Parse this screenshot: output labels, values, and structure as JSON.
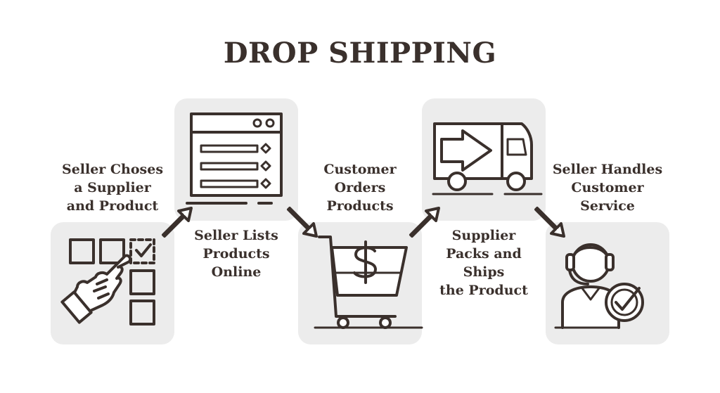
{
  "title": "DROP SHIPPING",
  "steps": [
    {
      "lines": [
        "Seller Choses",
        "a Supplier",
        "and Product"
      ],
      "icon": "hand-pointer-checklist-icon"
    },
    {
      "lines": [
        "Seller Lists",
        "Products",
        "Online"
      ],
      "icon": "browser-product-list-icon"
    },
    {
      "lines": [
        "Customer",
        "Orders",
        "Products"
      ],
      "icon": "shopping-cart-dollar-icon"
    },
    {
      "lines": [
        "Supplier",
        "Packs and",
        "Ships",
        "the Product"
      ],
      "icon": "delivery-truck-icon"
    },
    {
      "lines": [
        "Seller Handles",
        "Customer",
        "Service"
      ],
      "icon": "headset-support-agent-icon"
    }
  ],
  "colors": {
    "ink": "#3a302c",
    "panel": "#ececec",
    "background": "#ffffff"
  }
}
